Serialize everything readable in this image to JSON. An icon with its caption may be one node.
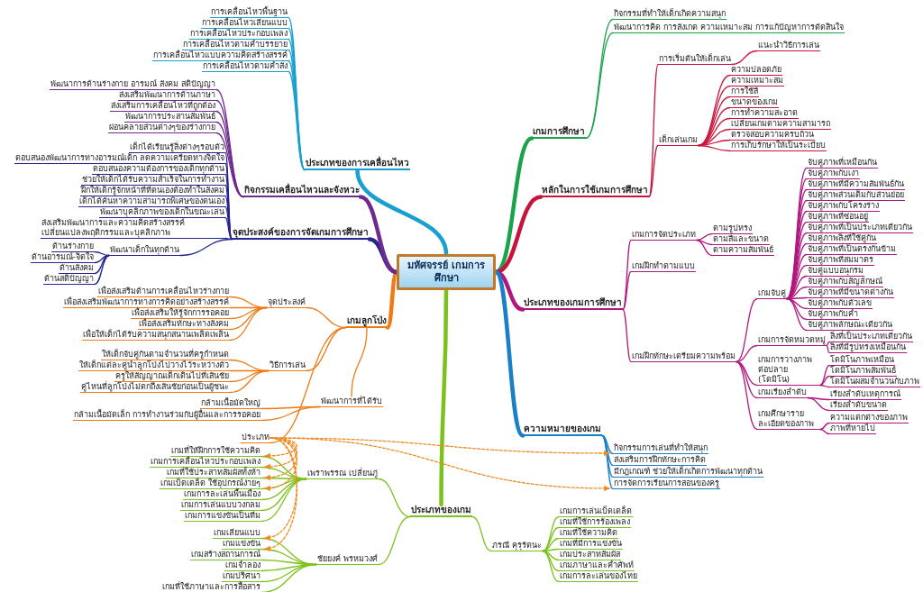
{
  "diagram": {
    "nodes": [
      {
        "text": [
          "มหัศจรรย์ เกมการศึกษา"
        ]
      },
      {
        "text": [
          "เกมการศึกษา"
        ]
      },
      {
        "text": [
          "กิจกรรมที่ทำให้เด็กเกิดความสนุก"
        ]
      },
      {
        "text": [
          "พัฒนาการคิด การสังเกต ความเหมาะสม การแก้ปัญหาการตัดสินใจ"
        ]
      },
      {
        "text": [
          "หลักในการใช้เกมการศึกษา"
        ]
      },
      {
        "text": [
          "การเริ่มต้นให้เด็กเล่น"
        ]
      },
      {
        "text": [
          "แนะนำวิธีการเล่น"
        ]
      },
      {
        "text": [
          "เด็กเล่นเกม"
        ]
      },
      {
        "text": [
          "ความปลอดภัย"
        ]
      },
      {
        "text": [
          "ความเหมาะสม"
        ]
      },
      {
        "text": [
          "การใช้สี"
        ]
      },
      {
        "text": [
          "ขนาดของเกม"
        ]
      },
      {
        "text": [
          "การทำความสะอาด"
        ]
      },
      {
        "text": [
          "เปลี่ยนเกมตามความสามารถ"
        ]
      },
      {
        "text": [
          "ตรวจสอบความครบถ้วน"
        ]
      },
      {
        "text": [
          "การเก็บรักษาให้เป็นระเบียบ"
        ]
      },
      {
        "text": [
          "ประเภทของเกมการศึกษา"
        ]
      },
      {
        "text": [
          "เกมการจัดประเภท"
        ]
      },
      {
        "text": [
          "ตามรูปทรง"
        ]
      },
      {
        "text": [
          "ตามสีและขนาด"
        ]
      },
      {
        "text": [
          "ตามความสัมพันธ์"
        ]
      },
      {
        "text": [
          "เกมฝึกทำตามแบบ"
        ]
      },
      {
        "text": [
          "เกมฝึกทักษะเตรียมความพร้อม"
        ]
      },
      {
        "text": [
          "เกมจับคู่"
        ]
      },
      {
        "text": [
          "จับคู่ภาพที่เหมือนกัน"
        ]
      },
      {
        "text": [
          "จับคู่ภาพกับเงา"
        ]
      },
      {
        "text": [
          "จับคู่ภาพที่มีความสัมพันธ์กัน"
        ]
      },
      {
        "text": [
          "จับคู่ภาพส่วนเต็มกับส่วนย่อย"
        ]
      },
      {
        "text": [
          "จับคู่ภาพกับโครงร่าง"
        ]
      },
      {
        "text": [
          "จับคู่ภาพที่ซ่อนอยู่"
        ]
      },
      {
        "text": [
          "จับคู่ภาพที่เป็นประเภทเดียวกัน"
        ]
      },
      {
        "text": [
          "จับคู่ภาพสิ่งที่ใช้คู่กัน"
        ]
      },
      {
        "text": [
          "จับคู่ภาพที่เป็นตรงกันข้าม"
        ]
      },
      {
        "text": [
          "จับคู่ภาพที่สมมาตร"
        ]
      },
      {
        "text": [
          "จับคู่แบบอนุกรม"
        ]
      },
      {
        "text": [
          "จับคู่ภาพกับสัญลักษณ์"
        ]
      },
      {
        "text": [
          "จับคู่ภาพที่มีขนาดต่างกัน"
        ]
      },
      {
        "text": [
          "จับคู่ภาพกับตัวเลข"
        ]
      },
      {
        "text": [
          "จับคู่ภาพกับคำ"
        ]
      },
      {
        "text": [
          "จับคู่ภาพลักษณะเดียวกัน"
        ]
      },
      {
        "text": [
          "เกมการจัดหมวดหมู่"
        ]
      },
      {
        "text": [
          "สิ่งที่เป็นประเภทเดียวกัน"
        ]
      },
      {
        "text": [
          "สิ่งที่มีรูปทรงเหมือนกัน"
        ]
      },
      {
        "text": [
          "เกมการวางภาพต่อปลาย (โดมิโน)"
        ]
      },
      {
        "text": [
          "โดมิโนภาพเหมือน"
        ]
      },
      {
        "text": [
          "โดมิโนภาพสัมพันธ์"
        ]
      },
      {
        "text": [
          "โดมิโนผสมจำนวนกับภาพ"
        ]
      },
      {
        "text": [
          "เกมเรียงลำดับ"
        ]
      },
      {
        "text": [
          "เรียงลำดับเหตุการณ์"
        ]
      },
      {
        "text": [
          "เรียงลำดับขนาด"
        ]
      },
      {
        "text": [
          "เกมศึกษารายละเอียดของภาพ"
        ]
      },
      {
        "text": [
          "ความแตกต่างของภาพ"
        ]
      },
      {
        "text": [
          "ภาพที่หายไป"
        ]
      },
      {
        "text": [
          "ความหมายของเกม"
        ]
      },
      {
        "text": [
          "กิจกรรมการเล่นที่ทำให้สนุก"
        ]
      },
      {
        "text": [
          "ส่งเสริมการฝึกทักษะการคิด"
        ]
      },
      {
        "text": [
          "มีกฎเกณฑ์ ช่วยให้เด็กเกิดการพัฒนาทุกด้าน"
        ]
      },
      {
        "text": [
          "การจัดการเรียนการสอนของครู"
        ]
      },
      {
        "text": [
          "ประเภทของเกม"
        ]
      },
      {
        "text": [
          "เพราพรรณ เปลี่ยนภู่"
        ]
      },
      {
        "text": [
          "เกมที่ให้ฝึกการใช้ความคิด"
        ]
      },
      {
        "text": [
          "เกมการเคลื่อนไหวประกอบเพลง"
        ]
      },
      {
        "text": [
          "เกมที่ใช้ประสาทสัมผัสทั้งห้า"
        ]
      },
      {
        "text": [
          "เกมเบ็ดเตล็ด ใช้อุปกรณ์ง่ายๆ"
        ]
      },
      {
        "text": [
          "เกมการละเล่นพื้นเมือง"
        ]
      },
      {
        "text": [
          "เกมการเล่นแบบวงกลม"
        ]
      },
      {
        "text": [
          "เกมการแข่งขันเป็นทีม"
        ]
      },
      {
        "text": [
          "ชัยยงค์ พรหมวงศ์"
        ]
      },
      {
        "text": [
          "เกมเลียนแบบ"
        ]
      },
      {
        "text": [
          "เกมแข่งขัน"
        ]
      },
      {
        "text": [
          "เกมสร้างสถานการณ์"
        ]
      },
      {
        "text": [
          "เกมจำลอง"
        ]
      },
      {
        "text": [
          "เกมปริศนา"
        ]
      },
      {
        "text": [
          "เกมที่ใช้ภาษาและการสื่อสาร"
        ]
      },
      {
        "text": [
          "ภรณี คุรุรัตนะ"
        ]
      },
      {
        "text": [
          "เกมการเล่นเบ็ดเตล็ด"
        ]
      },
      {
        "text": [
          "เกมที่ใช้การร้องเพลง"
        ]
      },
      {
        "text": [
          "เกมที่ใช้ความคิด"
        ]
      },
      {
        "text": [
          "เกมที่มีการแข่งขัน"
        ]
      },
      {
        "text": [
          "เกมประสาทสัมผัส"
        ]
      },
      {
        "text": [
          "เกมภาษาและคำศัพท์"
        ]
      },
      {
        "text": [
          "เกมการละเล่นของไทย"
        ]
      },
      {
        "text": [
          "เกมลูกโป่ง"
        ]
      },
      {
        "text": [
          "จุดประสงค์"
        ]
      },
      {
        "text": [
          "เพื่อส่งเสริมด้านการเคลื่อนไหวร่างกาย"
        ]
      },
      {
        "text": [
          "เพื่อส่งเสริมพัฒนาการทางการคิดอย่างสร้างสรรค์"
        ]
      },
      {
        "text": [
          "เพื่อส่งเสริมให้รู้จักการรอคอย"
        ]
      },
      {
        "text": [
          "เพื่อส่งเสริมทักษะทางสังคม"
        ]
      },
      {
        "text": [
          "เพื่อให้เด็กได้รับความสนุกสนานเพลิดเพลิน"
        ]
      },
      {
        "text": [
          "วิธีการเล่น"
        ]
      },
      {
        "text": [
          "ให้เด็กจับคู่กันตามจำนวนที่ครูกำหนด"
        ]
      },
      {
        "text": [
          "ให้เด็กแต่ละคู่นำลูกโป่งไปวางไว้ระหว่างตัว"
        ]
      },
      {
        "text": [
          "ครูให้สัญญาณเด็กเดินไปที่เส้นชัย"
        ]
      },
      {
        "text": [
          "คู่ไหนที่ลูกโป่งไม่ตกถึงเส้นชัยก่อนเป็นผู้ชนะ"
        ]
      },
      {
        "text": [
          "พัฒนาการที่ได้รับ"
        ]
      },
      {
        "text": [
          "กล้ามเนื้อมัดใหญ่"
        ]
      },
      {
        "text": [
          "กล้ามเนื้อมัดเล็ก การทำงานร่วมกับผู้อื่นและการรอคอย"
        ]
      },
      {
        "text": [
          "ประเภท"
        ]
      },
      {
        "text": [
          "จุดประสงค์ของการจัดเกมการศึกษา"
        ]
      },
      {
        "text": [
          "เด็กได้เรียนรู้สิ่งต่างๆรอบตัว"
        ]
      },
      {
        "text": [
          "ตอบสนองพัฒนาการทางอารมณ์เด็ก ลดความเครียดทางจิตใจ"
        ]
      },
      {
        "text": [
          "ตอบสนองความต้องการของเด็กทุกด้าน"
        ]
      },
      {
        "text": [
          "ช่วยให้เด็กได้รับความสำเร็จในการทำงาน"
        ]
      },
      {
        "text": [
          "ฝึกให้เด็กรู้จักหน้าที่ที่ตนเองต้องทำในสังคม"
        ]
      },
      {
        "text": [
          "เด็กได้ค้นหาความสามารถพิเศษของตนเอง"
        ]
      },
      {
        "text": [
          "พัฒนาบุคลิกภาพของเด็กในขณะเล่น"
        ]
      },
      {
        "text": [
          "ส่งเสริมพัฒนาการและความคิดสร้างสรรค์ เปลี่ยนแปลงพฤติกรรมและบุคลิกภาพ"
        ]
      },
      {
        "text": [
          "พัฒนาเด็กในทุกด้าน"
        ]
      },
      {
        "text": [
          "ด้านร่างกาย"
        ]
      },
      {
        "text": [
          "ด้านอารมณ์-จิตใจ"
        ]
      },
      {
        "text": [
          "ด้านสังคม"
        ]
      },
      {
        "text": [
          "ด้านสติปัญญา"
        ]
      },
      {
        "text": [
          "กิจกรรมเคลื่อนไหวและจังหวะ"
        ]
      },
      {
        "text": [
          "พัฒนาการด้านร่างกาย อารมณ์ สังคม สติปัญญา"
        ]
      },
      {
        "text": [
          "ส่งเสริมพัฒนาการด้านภาษา"
        ]
      },
      {
        "text": [
          "ส่งเสริมการเคลื่อนไหวที่ถูกต้อง"
        ]
      },
      {
        "text": [
          "พัฒนาการประสานสัมพันธ์"
        ]
      },
      {
        "text": [
          "ผ่อนคลายส่วนต่างๆของร่างกาย"
        ]
      },
      {
        "text": [
          "ประเภทของการเคลื่อนไหว"
        ]
      },
      {
        "text": [
          "การเคลื่อนไหวพื้นฐาน"
        ]
      },
      {
        "text": [
          "การเคลื่อนไหวเลียนแบบ"
        ]
      },
      {
        "text": [
          "การเคลื่อนไหวประกอบเพลง"
        ]
      },
      {
        "text": [
          "การเคลื่อนไหวตามคำบรรยาย"
        ]
      },
      {
        "text": [
          "การเคลื่อนไหวแบบความคิดสร้างสรรค์"
        ]
      },
      {
        "text": [
          "การเคลื่อนไหวตามคำสั่ง"
        ]
      }
    ],
    "edges": [
      {
        "from": 0,
        "to": 1,
        "arrow": "none",
        "style": "thick",
        "color": "#1aa34a"
      },
      {
        "from": 1,
        "to": 2,
        "arrow": "none",
        "color": "#1aa34a"
      },
      {
        "from": 1,
        "to": 3,
        "arrow": "none",
        "color": "#1aa34a"
      },
      {
        "from": 0,
        "to": 4,
        "arrow": "none",
        "style": "thick",
        "color": "#c8143c"
      },
      {
        "from": 4,
        "to": 5,
        "arrow": "none",
        "color": "#c8143c"
      },
      {
        "from": 5,
        "to": 6,
        "arrow": "none",
        "color": "#c8143c"
      },
      {
        "from": 4,
        "to": 7,
        "arrow": "none",
        "color": "#c8143c"
      },
      {
        "from": 7,
        "to": 8,
        "arrow": "none",
        "color": "#c8143c"
      },
      {
        "from": 7,
        "to": 9,
        "arrow": "none",
        "color": "#c8143c"
      },
      {
        "from": 7,
        "to": 10,
        "arrow": "none",
        "color": "#c8143c"
      },
      {
        "from": 7,
        "to": 11,
        "arrow": "none",
        "color": "#c8143c"
      },
      {
        "from": 7,
        "to": 12,
        "arrow": "none",
        "color": "#c8143c"
      },
      {
        "from": 7,
        "to": 13,
        "arrow": "none",
        "color": "#c8143c"
      },
      {
        "from": 7,
        "to": 14,
        "arrow": "none",
        "color": "#c8143c"
      },
      {
        "from": 7,
        "to": 15,
        "arrow": "none",
        "color": "#c8143c"
      },
      {
        "from": 0,
        "to": 16,
        "arrow": "none",
        "style": "thick",
        "color": "#b0167e"
      },
      {
        "from": 16,
        "to": 17,
        "arrow": "none",
        "color": "#b0167e"
      },
      {
        "from": 17,
        "to": 18,
        "arrow": "none",
        "color": "#b0167e"
      },
      {
        "from": 17,
        "to": 19,
        "arrow": "none",
        "color": "#b0167e"
      },
      {
        "from": 17,
        "to": 20,
        "arrow": "none",
        "color": "#b0167e"
      },
      {
        "from": 16,
        "to": 21,
        "arrow": "none",
        "color": "#b0167e"
      },
      {
        "from": 16,
        "to": 22,
        "arrow": "none",
        "color": "#b0167e"
      },
      {
        "from": 22,
        "to": 23,
        "arrow": "none",
        "color": "#b0167e"
      },
      {
        "from": 23,
        "to": 24,
        "arrow": "none",
        "color": "#b0167e"
      },
      {
        "from": 23,
        "to": 25,
        "arrow": "none",
        "color": "#b0167e"
      },
      {
        "from": 23,
        "to": 26,
        "arrow": "none",
        "color": "#b0167e"
      },
      {
        "from": 23,
        "to": 27,
        "arrow": "none",
        "color": "#b0167e"
      },
      {
        "from": 23,
        "to": 28,
        "arrow": "none",
        "color": "#b0167e"
      },
      {
        "from": 23,
        "to": 29,
        "arrow": "none",
        "color": "#b0167e"
      },
      {
        "from": 23,
        "to": 30,
        "arrow": "none",
        "color": "#b0167e"
      },
      {
        "from": 23,
        "to": 31,
        "arrow": "none",
        "color": "#b0167e"
      },
      {
        "from": 23,
        "to": 32,
        "arrow": "none",
        "color": "#b0167e"
      },
      {
        "from": 23,
        "to": 33,
        "arrow": "none",
        "color": "#b0167e"
      },
      {
        "from": 23,
        "to": 34,
        "arrow": "none",
        "color": "#b0167e"
      },
      {
        "from": 23,
        "to": 35,
        "arrow": "none",
        "color": "#b0167e"
      },
      {
        "from": 23,
        "to": 36,
        "arrow": "none",
        "color": "#b0167e"
      },
      {
        "from": 23,
        "to": 37,
        "arrow": "none",
        "color": "#b0167e"
      },
      {
        "from": 23,
        "to": 38,
        "arrow": "none",
        "color": "#b0167e"
      },
      {
        "from": 23,
        "to": 39,
        "arrow": "none",
        "color": "#b0167e"
      },
      {
        "from": 22,
        "to": 40,
        "arrow": "none",
        "color": "#b0167e"
      },
      {
        "from": 40,
        "to": 41,
        "arrow": "none",
        "color": "#b0167e"
      },
      {
        "from": 40,
        "to": 42,
        "arrow": "none",
        "color": "#b0167e"
      },
      {
        "from": 22,
        "to": 43,
        "arrow": "none",
        "color": "#b0167e"
      },
      {
        "from": 43,
        "to": 44,
        "arrow": "none",
        "color": "#b0167e"
      },
      {
        "from": 43,
        "to": 45,
        "arrow": "none",
        "color": "#b0167e"
      },
      {
        "from": 43,
        "to": 46,
        "arrow": "none",
        "color": "#b0167e"
      },
      {
        "from": 22,
        "to": 47,
        "arrow": "none",
        "color": "#b0167e"
      },
      {
        "from": 47,
        "to": 48,
        "arrow": "none",
        "color": "#b0167e"
      },
      {
        "from": 47,
        "to": 49,
        "arrow": "none",
        "color": "#b0167e"
      },
      {
        "from": 22,
        "to": 50,
        "arrow": "none",
        "color": "#b0167e"
      },
      {
        "from": 50,
        "to": 51,
        "arrow": "none",
        "color": "#b0167e"
      },
      {
        "from": 50,
        "to": 52,
        "arrow": "none",
        "color": "#b0167e"
      },
      {
        "from": 0,
        "to": 53,
        "arrow": "none",
        "style": "thick",
        "color": "#1a7fc4"
      },
      {
        "from": 53,
        "to": 54,
        "arrow": "none",
        "color": "#1a7fc4"
      },
      {
        "from": 53,
        "to": 55,
        "arrow": "none",
        "color": "#1a7fc4"
      },
      {
        "from": 53,
        "to": 56,
        "arrow": "none",
        "color": "#1a7fc4"
      },
      {
        "from": 53,
        "to": 57,
        "arrow": "none",
        "color": "#1a7fc4"
      },
      {
        "from": 0,
        "to": 58,
        "arrow": "none",
        "style": "thick",
        "color": "#7cc21c"
      },
      {
        "from": 58,
        "to": 59,
        "arrow": "none",
        "color": "#7cc21c"
      },
      {
        "from": 59,
        "to": 60,
        "arrow": "none",
        "color": "#7cc21c"
      },
      {
        "from": 59,
        "to": 61,
        "arrow": "none",
        "color": "#7cc21c"
      },
      {
        "from": 59,
        "to": 62,
        "arrow": "none",
        "color": "#7cc21c"
      },
      {
        "from": 59,
        "to": 63,
        "arrow": "none",
        "color": "#7cc21c"
      },
      {
        "from": 59,
        "to": 64,
        "arrow": "none",
        "color": "#7cc21c"
      },
      {
        "from": 59,
        "to": 65,
        "arrow": "none",
        "color": "#7cc21c"
      },
      {
        "from": 59,
        "to": 66,
        "arrow": "none",
        "color": "#7cc21c"
      },
      {
        "from": 58,
        "to": 67,
        "arrow": "none",
        "color": "#7cc21c"
      },
      {
        "from": 67,
        "to": 68,
        "arrow": "none",
        "color": "#7cc21c"
      },
      {
        "from": 67,
        "to": 69,
        "arrow": "none",
        "color": "#7cc21c"
      },
      {
        "from": 67,
        "to": 70,
        "arrow": "none",
        "color": "#7cc21c"
      },
      {
        "from": 67,
        "to": 71,
        "arrow": "none",
        "color": "#7cc21c"
      },
      {
        "from": 67,
        "to": 72,
        "arrow": "none",
        "color": "#7cc21c"
      },
      {
        "from": 67,
        "to": 73,
        "arrow": "none",
        "color": "#7cc21c"
      },
      {
        "from": 58,
        "to": 74,
        "arrow": "none",
        "color": "#7cc21c"
      },
      {
        "from": 74,
        "to": 75,
        "arrow": "none",
        "color": "#7cc21c"
      },
      {
        "from": 74,
        "to": 76,
        "arrow": "none",
        "color": "#7cc21c"
      },
      {
        "from": 74,
        "to": 77,
        "arrow": "none",
        "color": "#7cc21c"
      },
      {
        "from": 74,
        "to": 78,
        "arrow": "none",
        "color": "#7cc21c"
      },
      {
        "from": 74,
        "to": 79,
        "arrow": "none",
        "color": "#7cc21c"
      },
      {
        "from": 74,
        "to": 80,
        "arrow": "none",
        "color": "#7cc21c"
      },
      {
        "from": 74,
        "to": 81,
        "arrow": "none",
        "color": "#7cc21c"
      },
      {
        "from": 0,
        "to": 82,
        "arrow": "none",
        "style": "thick",
        "color": "#f07a14"
      },
      {
        "from": 82,
        "to": 83,
        "arrow": "none",
        "color": "#f07a14"
      },
      {
        "from": 83,
        "to": 84,
        "arrow": "none",
        "color": "#f07a14"
      },
      {
        "from": 83,
        "to": 85,
        "arrow": "none",
        "color": "#f07a14"
      },
      {
        "from": 83,
        "to": 86,
        "arrow": "none",
        "color": "#f07a14"
      },
      {
        "from": 83,
        "to": 87,
        "arrow": "none",
        "color": "#f07a14"
      },
      {
        "from": 83,
        "to": 88,
        "arrow": "none",
        "color": "#f07a14"
      },
      {
        "from": 82,
        "to": 89,
        "arrow": "none",
        "color": "#f07a14"
      },
      {
        "from": 89,
        "to": 90,
        "arrow": "none",
        "color": "#f07a14"
      },
      {
        "from": 89,
        "to": 91,
        "arrow": "none",
        "color": "#f07a14"
      },
      {
        "from": 89,
        "to": 92,
        "arrow": "none",
        "color": "#f07a14"
      },
      {
        "from": 89,
        "to": 93,
        "arrow": "none",
        "color": "#f07a14"
      },
      {
        "from": 82,
        "to": 94,
        "arrow": "none",
        "color": "#f07a14"
      },
      {
        "from": 94,
        "to": 95,
        "arrow": "none",
        "color": "#f07a14"
      },
      {
        "from": 94,
        "to": 96,
        "arrow": "none",
        "color": "#f07a14"
      },
      {
        "from": 82,
        "to": 97,
        "arrow": "none",
        "color": "#f07a14"
      },
      {
        "from": 0,
        "to": 98,
        "arrow": "none",
        "style": "thick",
        "color": "#25258f"
      },
      {
        "from": 98,
        "to": 99,
        "arrow": "none",
        "color": "#25258f"
      },
      {
        "from": 98,
        "to": 100,
        "arrow": "none",
        "color": "#25258f"
      },
      {
        "from": 98,
        "to": 101,
        "arrow": "none",
        "color": "#25258f"
      },
      {
        "from": 98,
        "to": 102,
        "arrow": "none",
        "color": "#25258f"
      },
      {
        "from": 98,
        "to": 103,
        "arrow": "none",
        "color": "#25258f"
      },
      {
        "from": 98,
        "to": 104,
        "arrow": "none",
        "color": "#25258f"
      },
      {
        "from": 98,
        "to": 105,
        "arrow": "none",
        "color": "#25258f"
      },
      {
        "from": 98,
        "to": 106,
        "arrow": "none",
        "color": "#25258f"
      },
      {
        "from": 98,
        "to": 107,
        "arrow": "none",
        "color": "#25258f"
      },
      {
        "from": 107,
        "to": 108,
        "arrow": "none",
        "color": "#25258f"
      },
      {
        "from": 107,
        "to": 109,
        "arrow": "none",
        "color": "#25258f"
      },
      {
        "from": 107,
        "to": 110,
        "arrow": "none",
        "color": "#25258f"
      },
      {
        "from": 107,
        "to": 111,
        "arrow": "none",
        "color": "#25258f"
      },
      {
        "from": 0,
        "to": 112,
        "arrow": "none",
        "style": "thick",
        "color": "#6e2a8c"
      },
      {
        "from": 112,
        "to": 113,
        "arrow": "none",
        "color": "#6e2a8c"
      },
      {
        "from": 112,
        "to": 114,
        "arrow": "none",
        "color": "#6e2a8c"
      },
      {
        "from": 112,
        "to": 115,
        "arrow": "none",
        "color": "#6e2a8c"
      },
      {
        "from": 112,
        "to": 116,
        "arrow": "none",
        "color": "#6e2a8c"
      },
      {
        "from": 112,
        "to": 117,
        "arrow": "none",
        "color": "#6e2a8c"
      },
      {
        "from": 0,
        "to": 118,
        "arrow": "none",
        "style": "thick",
        "color": "#19a0d0"
      },
      {
        "from": 118,
        "to": 119,
        "arrow": "none",
        "color": "#19a0d0"
      },
      {
        "from": 118,
        "to": 120,
        "arrow": "none",
        "color": "#19a0d0"
      },
      {
        "from": 118,
        "to": 121,
        "arrow": "none",
        "color": "#19a0d0"
      },
      {
        "from": 118,
        "to": 122,
        "arrow": "none",
        "color": "#19a0d0"
      },
      {
        "from": 118,
        "to": 123,
        "arrow": "none",
        "color": "#19a0d0"
      },
      {
        "from": 118,
        "to": 124,
        "arrow": "none",
        "color": "#19a0d0"
      },
      {
        "from": 97,
        "to": 60,
        "arrow": "to",
        "style": "dashed",
        "color": "#f08a24"
      },
      {
        "from": 97,
        "to": 61,
        "arrow": "to",
        "style": "dashed",
        "color": "#f08a24"
      },
      {
        "from": 97,
        "to": 62,
        "arrow": "to",
        "style": "dashed",
        "color": "#f08a24"
      },
      {
        "from": 97,
        "to": 63,
        "arrow": "to",
        "style": "dashed",
        "color": "#f08a24"
      },
      {
        "from": 97,
        "to": 68,
        "arrow": "to",
        "style": "dashed",
        "color": "#f08a24"
      },
      {
        "from": 97,
        "to": 69,
        "arrow": "to",
        "style": "dashed",
        "color": "#f08a24"
      },
      {
        "from": 97,
        "to": 54,
        "arrow": "to",
        "style": "dashed",
        "color": "#f08a24"
      },
      {
        "from": 97,
        "to": 57,
        "arrow": "to",
        "style": "dashed",
        "color": "#f08a24"
      }
    ]
  }
}
